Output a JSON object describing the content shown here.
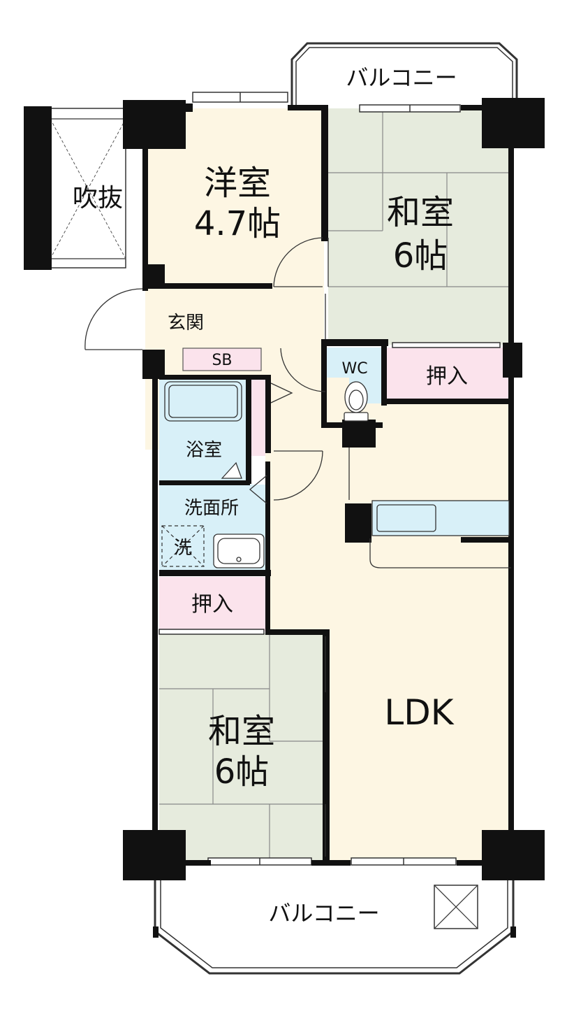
{
  "colors": {
    "western_room": "#fdf6e3",
    "tatami": "#e6ebdd",
    "oshiire": "#fbe3ec",
    "wet_area": "#d8f0f8",
    "ldk": "#fdf6e3",
    "wall": "#111111",
    "balcony": "#ffffff"
  },
  "labels": {
    "balcony_top": "バルコニー",
    "balcony_bottom": "バルコニー",
    "fukinuke": "吹抜",
    "western_name": "洋室",
    "western_size": "4.7帖",
    "washitsu_top_name": "和室",
    "washitsu_top_size": "6帖",
    "genkan": "玄関",
    "sb": "SB",
    "wc": "WC",
    "oshiire_right": "押入",
    "bath": "浴室",
    "washroom": "洗面所",
    "washer": "洗",
    "oshiire_left": "押入",
    "washitsu_bottom_name": "和室",
    "washitsu_bottom_size": "6帖",
    "ldk": "LDK"
  },
  "icons": {
    "entrance_door": "door-swing-icon",
    "toilet": "toilet-icon",
    "bathtub": "bathtub-icon",
    "sink": "washbasin-icon",
    "washer": "washing-machine-pan-icon",
    "kitchen": "kitchen-counter-icon",
    "hatch": "evacuation-hatch-icon"
  }
}
